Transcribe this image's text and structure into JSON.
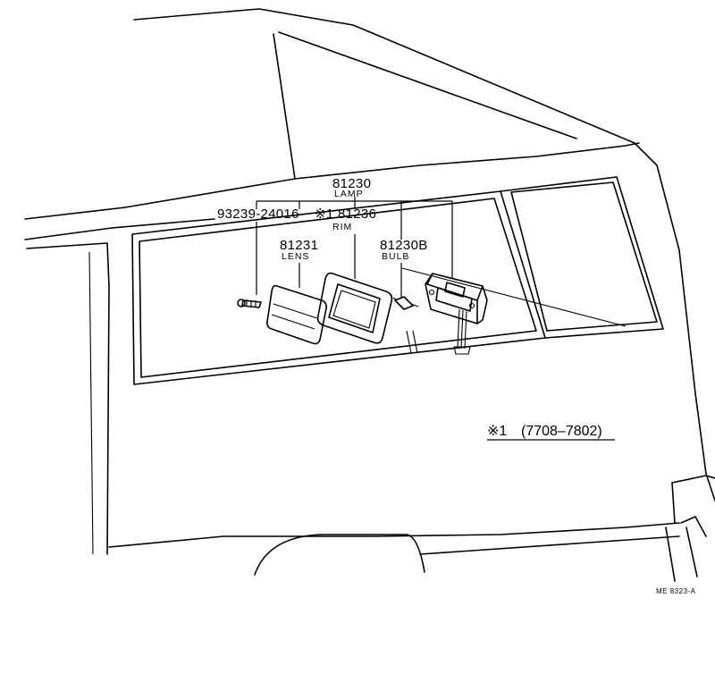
{
  "parts": {
    "lamp": {
      "number": "81230",
      "name": "LAMP"
    },
    "screw": {
      "number": "93239-24016"
    },
    "rim": {
      "number": "※1 81236",
      "name": "RIM"
    },
    "lens": {
      "number": "81231",
      "name": "LENS"
    },
    "bulb": {
      "number": "81230B",
      "name": "BULB"
    }
  },
  "footnote": {
    "mark": "※1",
    "range": "(7708–7802)"
  },
  "diagram_code": "ME 8323-A"
}
